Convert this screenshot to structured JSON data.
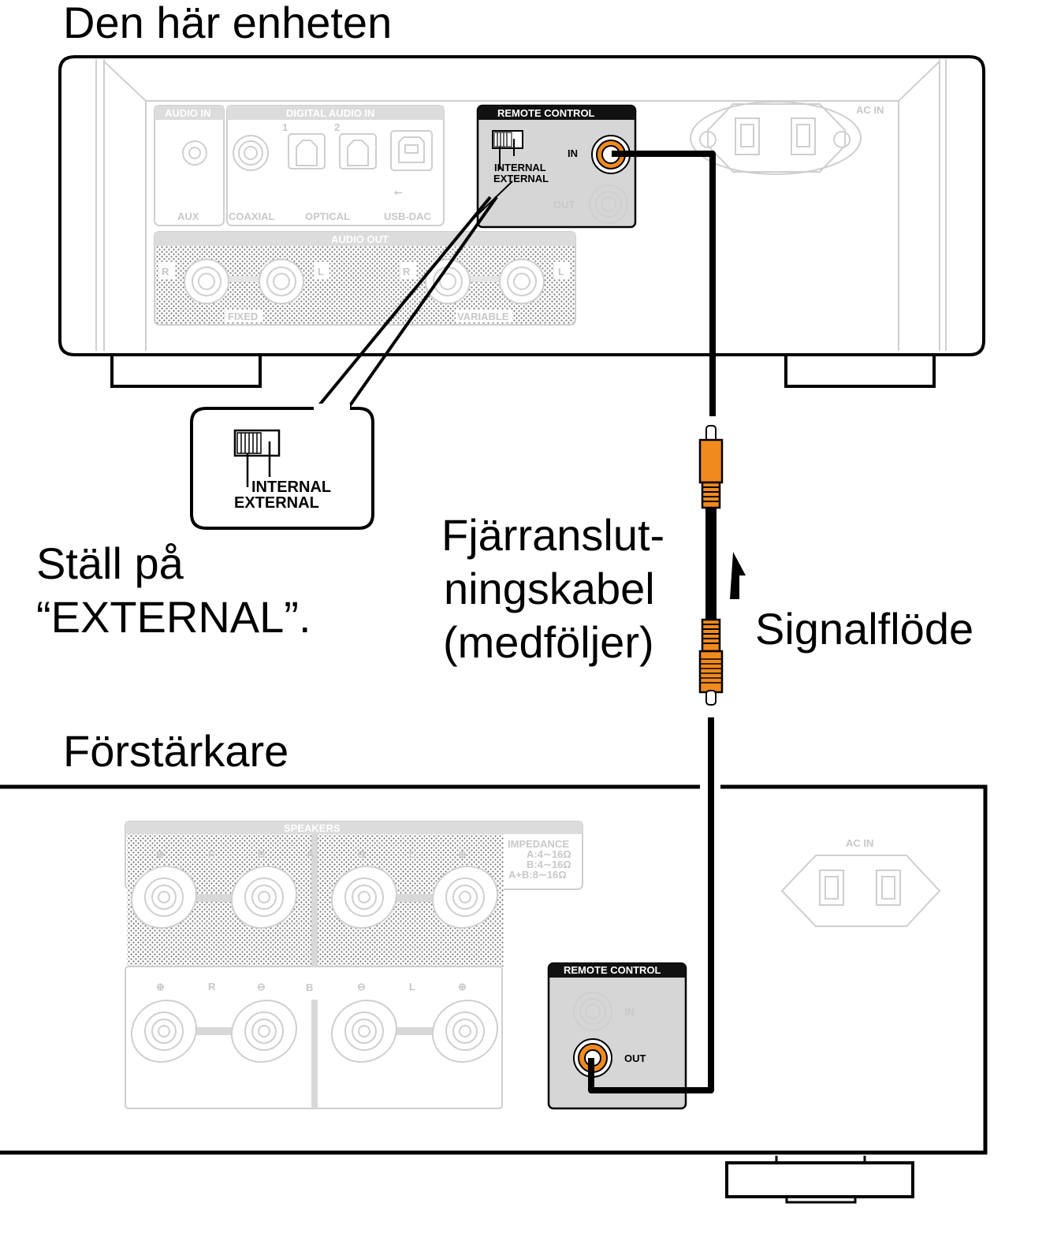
{
  "title_top": "Den här enheten",
  "title_bottom": "Förstärkare",
  "unit": {
    "audio_in": "AUDIO IN",
    "digital_audio_in": "DIGITAL AUDIO IN",
    "num1": "1",
    "num2": "2",
    "aux": "AUX",
    "coaxial": "COAXIAL",
    "optical": "OPTICAL",
    "usb_dac": "USB-DAC",
    "audio_out": "AUDIO OUT",
    "r": "R",
    "l": "L",
    "fixed": "FIXED",
    "variable": "VARIABLE",
    "remote_control": "REMOTE CONTROL",
    "in": "IN",
    "out": "OUT",
    "internal": "INTERNAL",
    "external": "EXTERNAL",
    "ac_in": "AC IN"
  },
  "callout": {
    "internal": "INTERNAL",
    "external": "EXTERNAL"
  },
  "instruction": {
    "line1": "Ställ på",
    "line2": "“EXTERNAL”."
  },
  "cable": {
    "line1": "Fjärranslut-",
    "line2": "ningskabel",
    "line3": "(medföljer)"
  },
  "signal_flow": "Signalflöde",
  "amp": {
    "speakers": "SPEAKERS",
    "impedance": "IMPEDANCE",
    "imp_a": "A:4∼16Ω",
    "imp_b": "B:4∼16Ω",
    "imp_ab": "A+B:8∼16Ω",
    "a": "A",
    "b": "B",
    "r": "R",
    "l": "L",
    "plus": "⊕",
    "minus": "⊖",
    "remote_control": "REMOTE CONTROL",
    "in": "IN",
    "out": "OUT",
    "ac_in": "AC IN"
  },
  "colors": {
    "connector": "#f08a1e",
    "panel": "#d8d8d8",
    "dark_header": "#111111",
    "outline": "#cfcfcf"
  }
}
